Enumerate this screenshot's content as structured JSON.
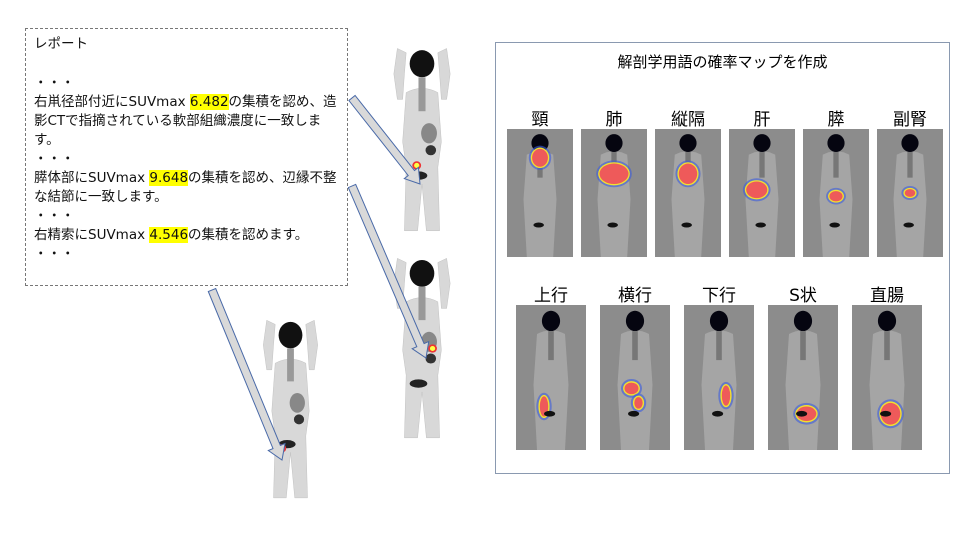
{
  "report": {
    "title": "レポート",
    "ellipsis": "・・・",
    "findings": [
      {
        "before": "右鼡径部付近にSUVmax ",
        "value": "6.482",
        "after": "の集積を認め、造影CTで指摘されている軟部組織濃度に一致します。"
      },
      {
        "before": "膵体部にSUVmax ",
        "value": "9.648",
        "after": "の集積を認め、辺縁不整な結節に一致します。"
      },
      {
        "before": "右精索にSUVmax ",
        "value": "4.546",
        "after": "の集積を認めます。"
      }
    ]
  },
  "panel": {
    "title": "解剖学用語の確率マップを作成",
    "top_row": [
      "頸",
      "肺",
      "縦隔",
      "肝",
      "膵",
      "副腎"
    ],
    "bottom_row": [
      "上行",
      "横行",
      "下行",
      "S状",
      "直腸"
    ]
  },
  "colors": {
    "highlight": "#ffff00",
    "arrow_fill": "#d9d9d9",
    "arrow_stroke": "#4a6aa8",
    "panel_border": "#8a99b0"
  }
}
